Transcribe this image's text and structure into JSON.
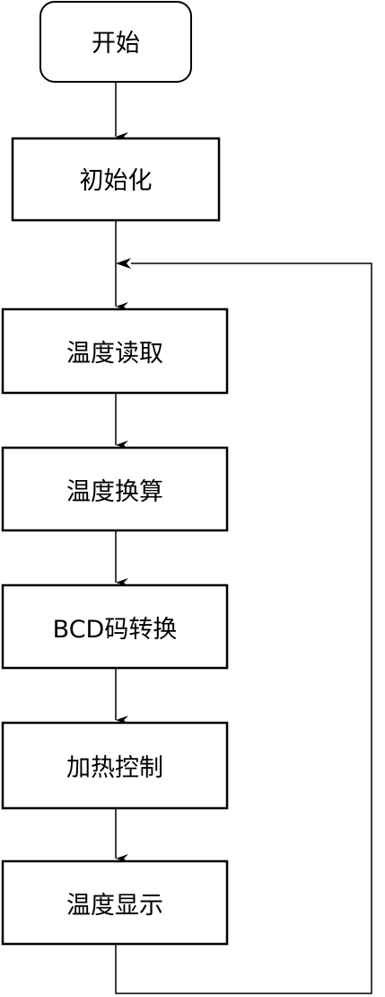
{
  "flowchart": {
    "nodes": [
      {
        "id": "start",
        "label": "开始",
        "shape": "rounded"
      },
      {
        "id": "init",
        "label": "初始化",
        "shape": "rect"
      },
      {
        "id": "temp_read",
        "label": "温度读取",
        "shape": "rect"
      },
      {
        "id": "temp_convert",
        "label": "温度换算",
        "shape": "rect"
      },
      {
        "id": "bcd_convert",
        "label": "BCD码转换",
        "shape": "rect"
      },
      {
        "id": "heat_control",
        "label": "加热控制",
        "shape": "rect"
      },
      {
        "id": "temp_display",
        "label": "温度显示",
        "shape": "rect"
      }
    ],
    "edges": [
      {
        "from": "start",
        "to": "init"
      },
      {
        "from": "init",
        "to": "temp_read"
      },
      {
        "from": "temp_read",
        "to": "temp_convert"
      },
      {
        "from": "temp_convert",
        "to": "bcd_convert"
      },
      {
        "from": "bcd_convert",
        "to": "heat_control"
      },
      {
        "from": "heat_control",
        "to": "temp_display"
      },
      {
        "from": "temp_display",
        "to": "temp_read",
        "type": "loop"
      }
    ],
    "colors": {
      "stroke": "#000000",
      "fill": "#ffffff"
    }
  }
}
